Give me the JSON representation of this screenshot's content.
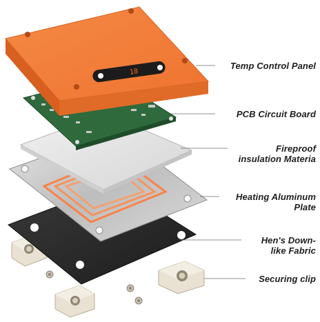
{
  "labels": {
    "temp_control_panel": "Temp Control Panel",
    "pcb_circuit_board": "PCB Circuit Board",
    "fireproof_line1": "Fireproof",
    "fireproof_line2": "insulation Materia",
    "heating_line1": "Heating Aluminum",
    "heating_line2": "Plate",
    "fabric_line1": "Hen's Down-",
    "fabric_line2": "like Fabric",
    "securing_clip": "Securing clip"
  },
  "panel_display": {
    "readout": "18"
  },
  "colors": {
    "panel_orange": "#f0782f",
    "panel_orange_dark": "#d25d1b",
    "pcb_green": "#2f6a3c",
    "insulation": "#e4e4e4",
    "aluminum": "#cfcfcf",
    "heating_coil": "#ff7a3a",
    "fabric": "#2b2b2b",
    "clip": "#e8e0d0"
  }
}
